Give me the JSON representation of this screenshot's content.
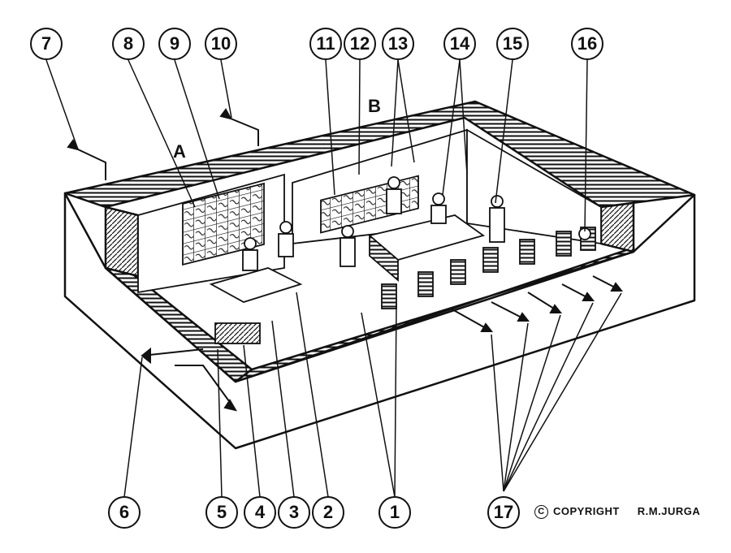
{
  "figure": {
    "area_labels": {
      "a": "A",
      "b": "B"
    },
    "callouts": {
      "c1": "1",
      "c2": "2",
      "c3": "3",
      "c4": "4",
      "c5": "5",
      "c6": "6",
      "c7": "7",
      "c8": "8",
      "c9": "9",
      "c10": "10",
      "c11": "11",
      "c12": "12",
      "c13": "13",
      "c14": "14",
      "c15": "15",
      "c16": "16",
      "c17": "17"
    },
    "copyright": {
      "mark": "C",
      "text": "COPYRIGHT",
      "author": "R.M.JURGA"
    },
    "colors": {
      "ink": "#111111",
      "paper": "#ffffff"
    }
  }
}
